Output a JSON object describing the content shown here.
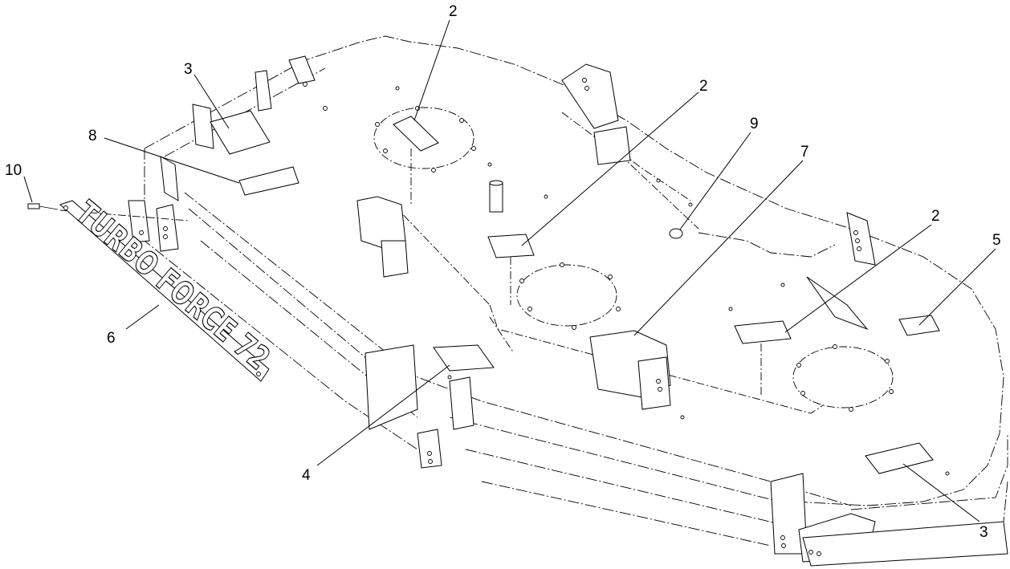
{
  "diagram": {
    "nameplate_text": "TURBO FORCE 72",
    "callouts": [
      {
        "id": "c10",
        "label": "10"
      },
      {
        "id": "c3a",
        "label": "3"
      },
      {
        "id": "c8",
        "label": "8"
      },
      {
        "id": "c6",
        "label": "6"
      },
      {
        "id": "c2a",
        "label": "2"
      },
      {
        "id": "c2b",
        "label": "2"
      },
      {
        "id": "c9",
        "label": "9"
      },
      {
        "id": "c7",
        "label": "7"
      },
      {
        "id": "c2c",
        "label": "2"
      },
      {
        "id": "c5",
        "label": "5"
      },
      {
        "id": "c4",
        "label": "4"
      },
      {
        "id": "c3b",
        "label": "3"
      }
    ]
  }
}
